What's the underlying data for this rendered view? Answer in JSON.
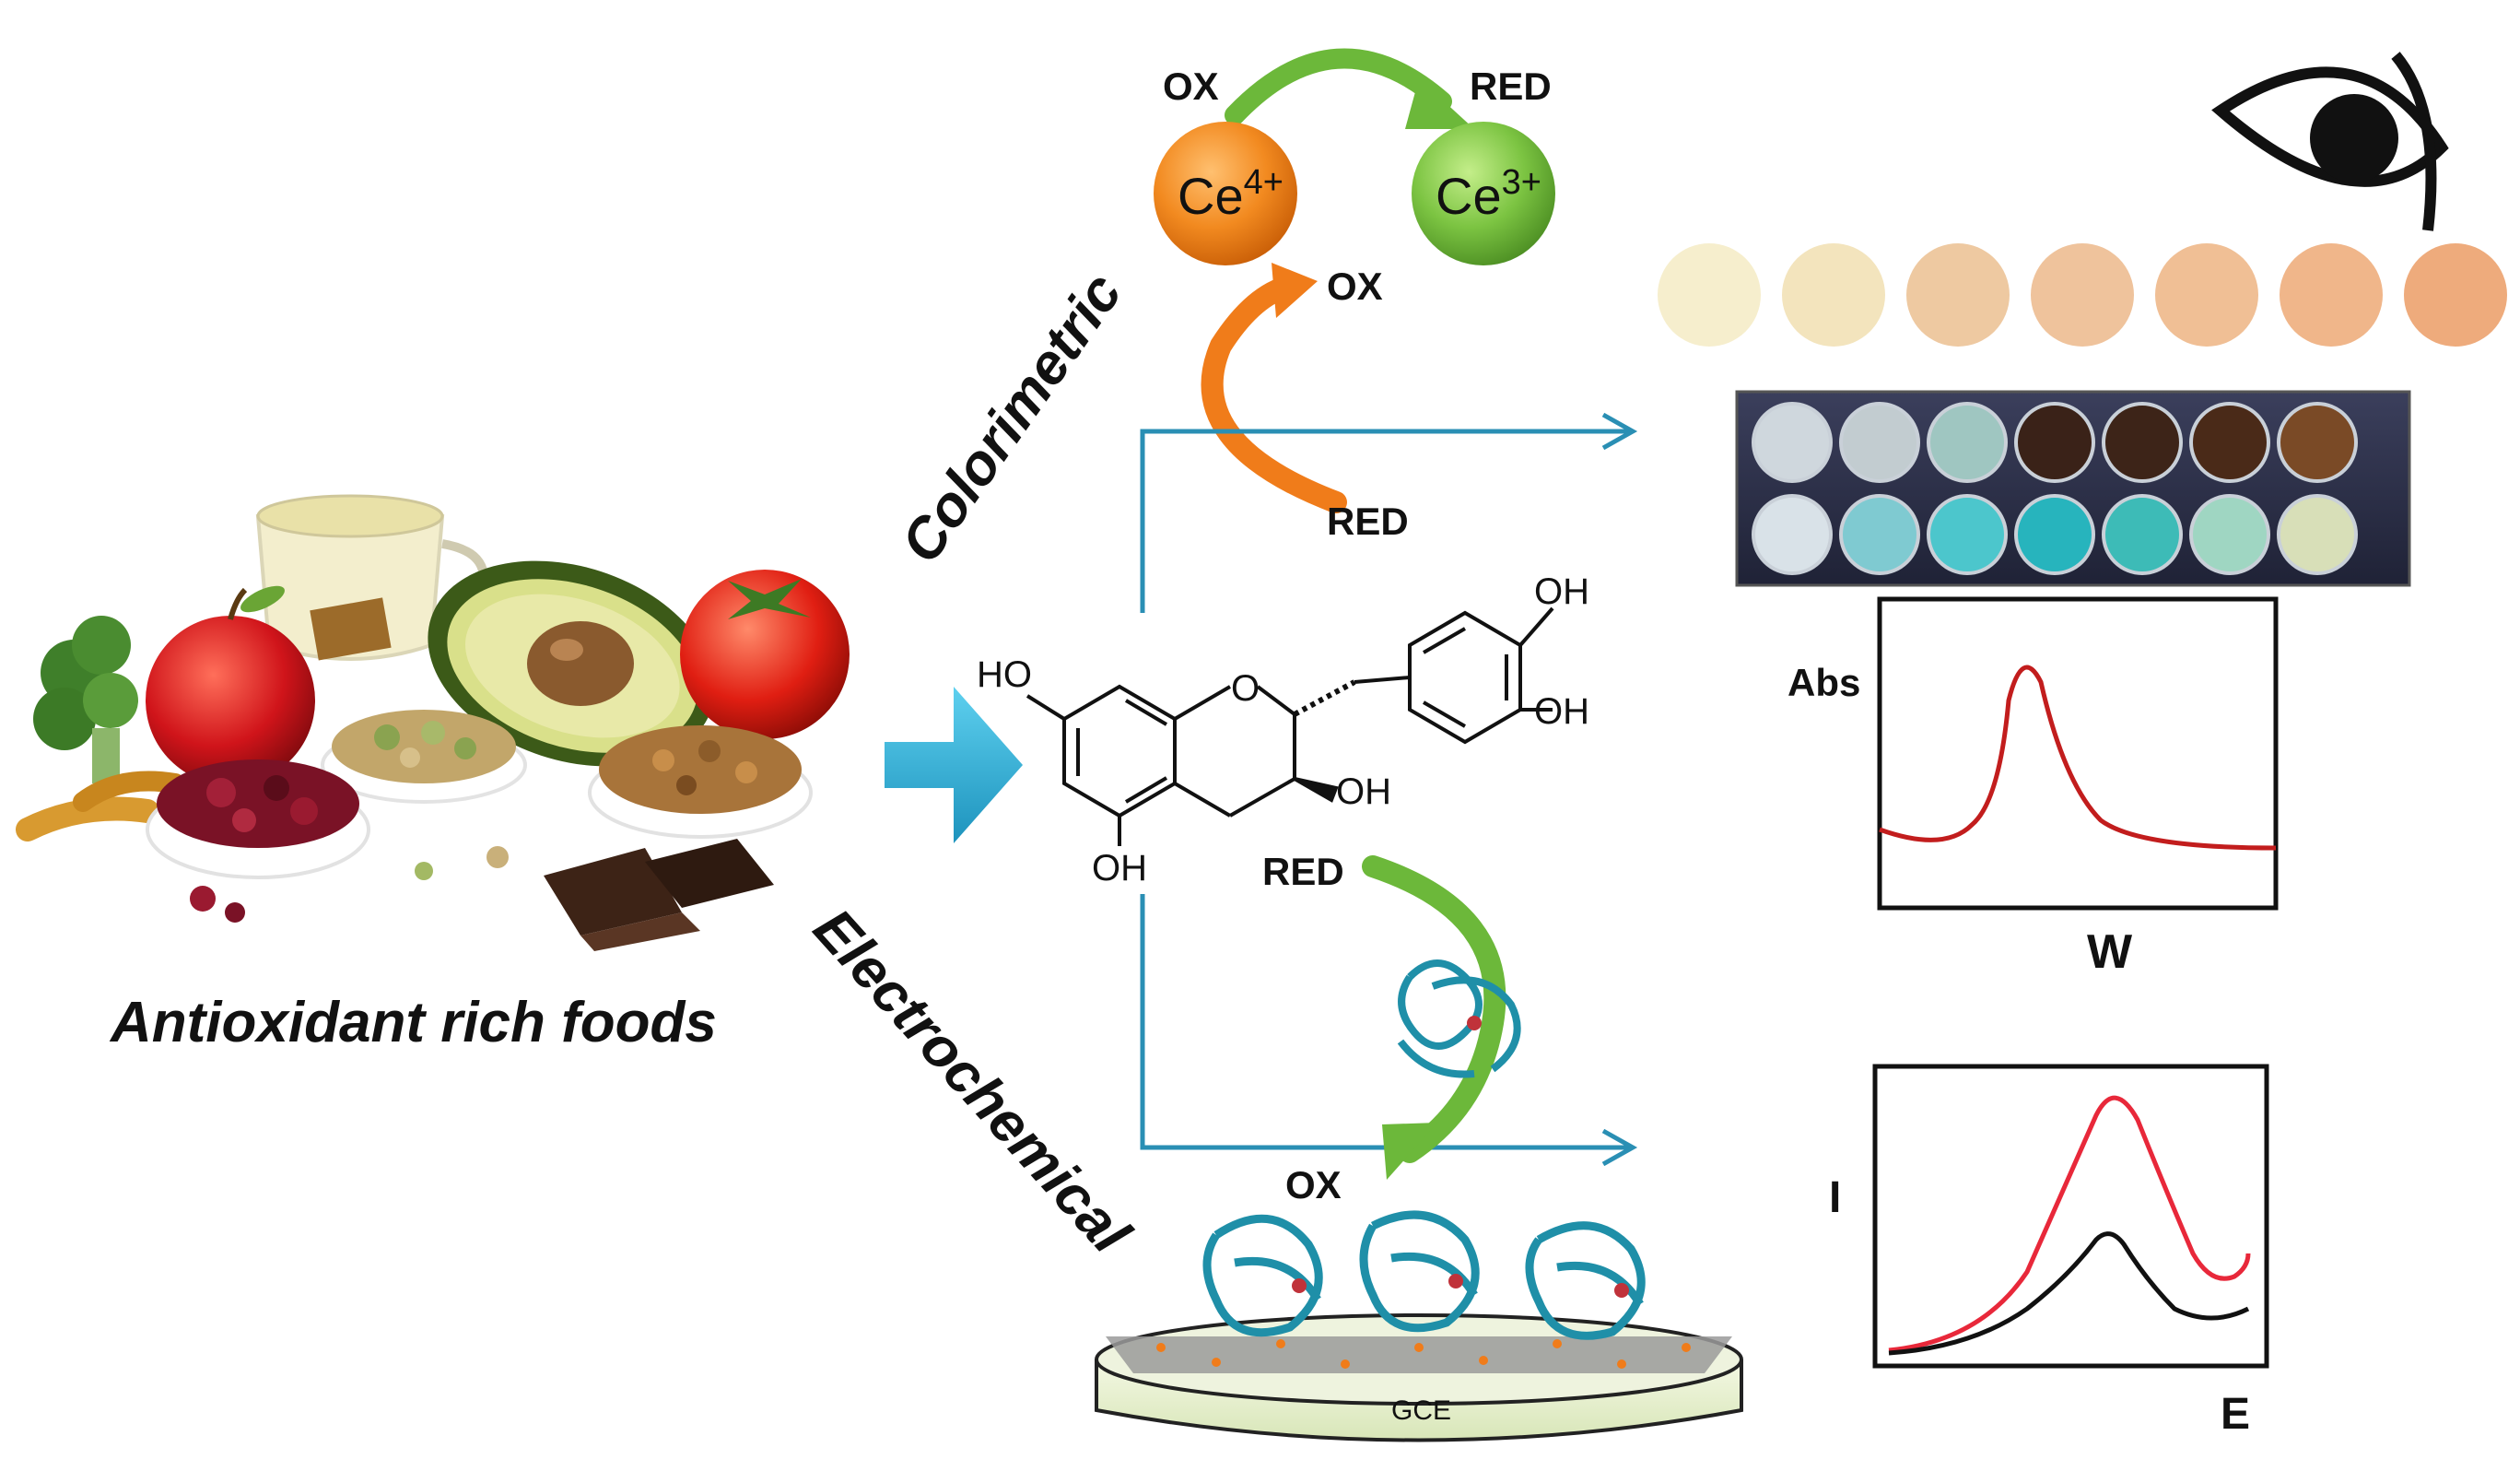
{
  "foods": {
    "caption": "Antioxidant rich foods"
  },
  "methods": {
    "colorimetric": "Colorimetric",
    "electrochemical": "Electrochemical"
  },
  "ceria": {
    "ox": "OX",
    "red": "RED",
    "ce4_base": "Ce",
    "ce4_sup": "4+",
    "ce3_base": "Ce",
    "ce3_sup": "3+",
    "ox2": "OX",
    "red2": "RED"
  },
  "catechin": {
    "ho": "HO",
    "oh_top": "OH",
    "oh_mid": "OH",
    "oh_ring": "OH",
    "oh_bottom": "OH"
  },
  "enzyme": {
    "red": "RED",
    "ox": "OX"
  },
  "electrode": {
    "label": "GCE"
  },
  "abs_plot": {
    "ylabel": "Abs",
    "xlabel": "W"
  },
  "cv_plot": {
    "ylabel": "I",
    "xlabel": "E"
  },
  "colors": {
    "orange": "#f07c1a",
    "green": "#6cb83a",
    "teal": "#2a8fb4",
    "red_curve": "#c21d1d",
    "black_curve": "#111111",
    "red_peak": "#e8283a"
  },
  "icons": [
    "eye-icon",
    "food-illustration",
    "enzyme-icon",
    "well-plate",
    "paper-spots"
  ]
}
